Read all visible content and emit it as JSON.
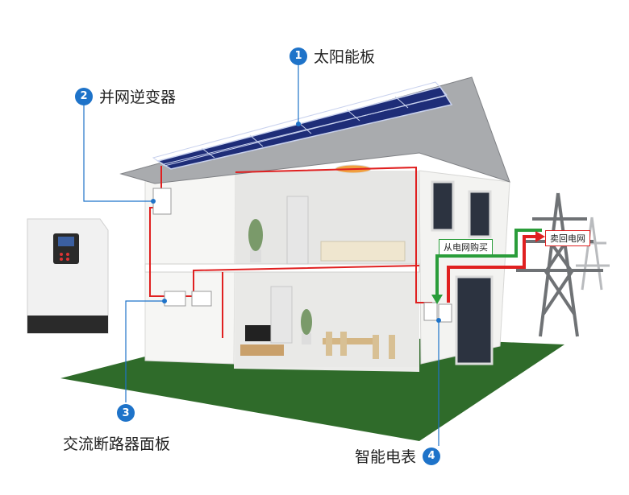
{
  "callouts": [
    {
      "num": "1",
      "label": "太阳能板"
    },
    {
      "num": "2",
      "label": "并网逆变器"
    },
    {
      "num": "3",
      "label": "交流断路器面板"
    },
    {
      "num": "4",
      "label": "智能电表"
    }
  ],
  "flows": {
    "buy": {
      "label": "从电网购买",
      "color": "#2a9d3a"
    },
    "sell": {
      "label": "卖回电网",
      "color": "#e02020"
    }
  },
  "colors": {
    "accent": "#1e73c9",
    "wiring": "#e02020",
    "lawn": "#2f6b2a",
    "roof": "#8a8c90",
    "panel": "#1e2d78"
  }
}
